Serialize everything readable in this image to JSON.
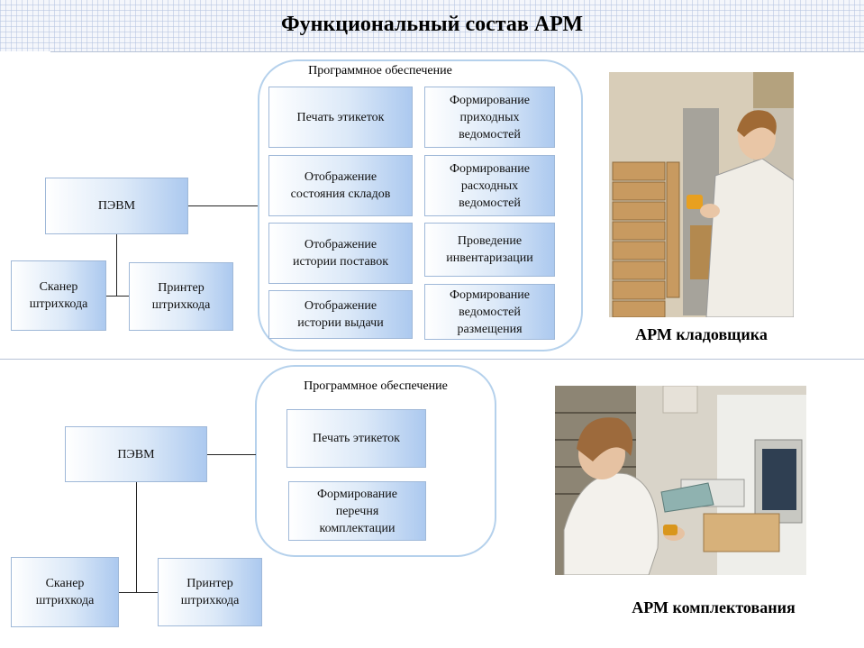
{
  "title": "Функциональный состав АРМ",
  "top": {
    "panel_label": "Программное обеспечение",
    "pc": "ПЭВМ",
    "scanner": "Сканер\nштрихкода",
    "printer": "Принтер\nштрихкода",
    "software": [
      "Печать этикеток",
      "Формирование\nприходных\nведомостей",
      "Отображение\nсостояния складов",
      "Формирование\nрасходных\nведомостей",
      "Отображение\nистории поставок",
      "Проведение\nинвентаризации",
      "Отображение\nистории выдачи",
      "Формирование\nведомостей\nразмещения"
    ],
    "caption": "АРМ кладовщика"
  },
  "bottom": {
    "panel_label": "Программное обеспечение",
    "pc": "ПЭВМ",
    "scanner": "Сканер\nштрихкода",
    "printer": "Принтер\nштрихкода",
    "software": [
      "Печать этикеток",
      "Формирование\nперечня\nкомплектации"
    ],
    "caption": "АРМ комплектования"
  }
}
